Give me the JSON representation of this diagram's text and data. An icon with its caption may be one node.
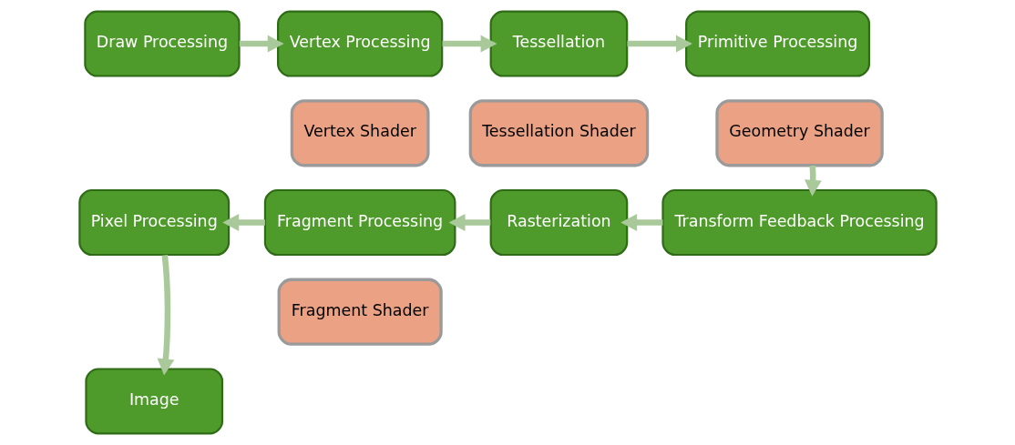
{
  "diagram": {
    "nodes": [
      {
        "text": [
          "Draw Processing"
        ]
      },
      {
        "text": [
          "Vertex Processing"
        ]
      },
      {
        "text": [
          "Vertex Shader"
        ]
      },
      {
        "text": [
          "Tessellation"
        ]
      },
      {
        "text": [
          "Tessellation Shader"
        ]
      },
      {
        "text": [
          "Primitive Processing"
        ]
      },
      {
        "text": [
          "Geometry Shader"
        ]
      },
      {
        "text": [
          "Transform Feedback Processing"
        ]
      },
      {
        "text": [
          "Rasterization"
        ]
      },
      {
        "text": [
          "Fragment Processing"
        ]
      },
      {
        "text": [
          "Fragment Shader"
        ]
      },
      {
        "text": [
          "Pixel Processing"
        ]
      },
      {
        "text": [
          "Image"
        ]
      }
    ],
    "edges": [
      {
        "from": 0,
        "to": 1,
        "arrow": "to"
      },
      {
        "from": 1,
        "to": 3,
        "arrow": "to"
      },
      {
        "from": 3,
        "to": 5,
        "arrow": "to"
      },
      {
        "from": 6,
        "to": 7,
        "arrow": "to"
      },
      {
        "from": 7,
        "to": 8,
        "arrow": "to"
      },
      {
        "from": 8,
        "to": 9,
        "arrow": "to"
      },
      {
        "from": 9,
        "to": 11,
        "arrow": "to"
      },
      {
        "from": 11,
        "to": 12,
        "arrow": "to"
      }
    ]
  }
}
